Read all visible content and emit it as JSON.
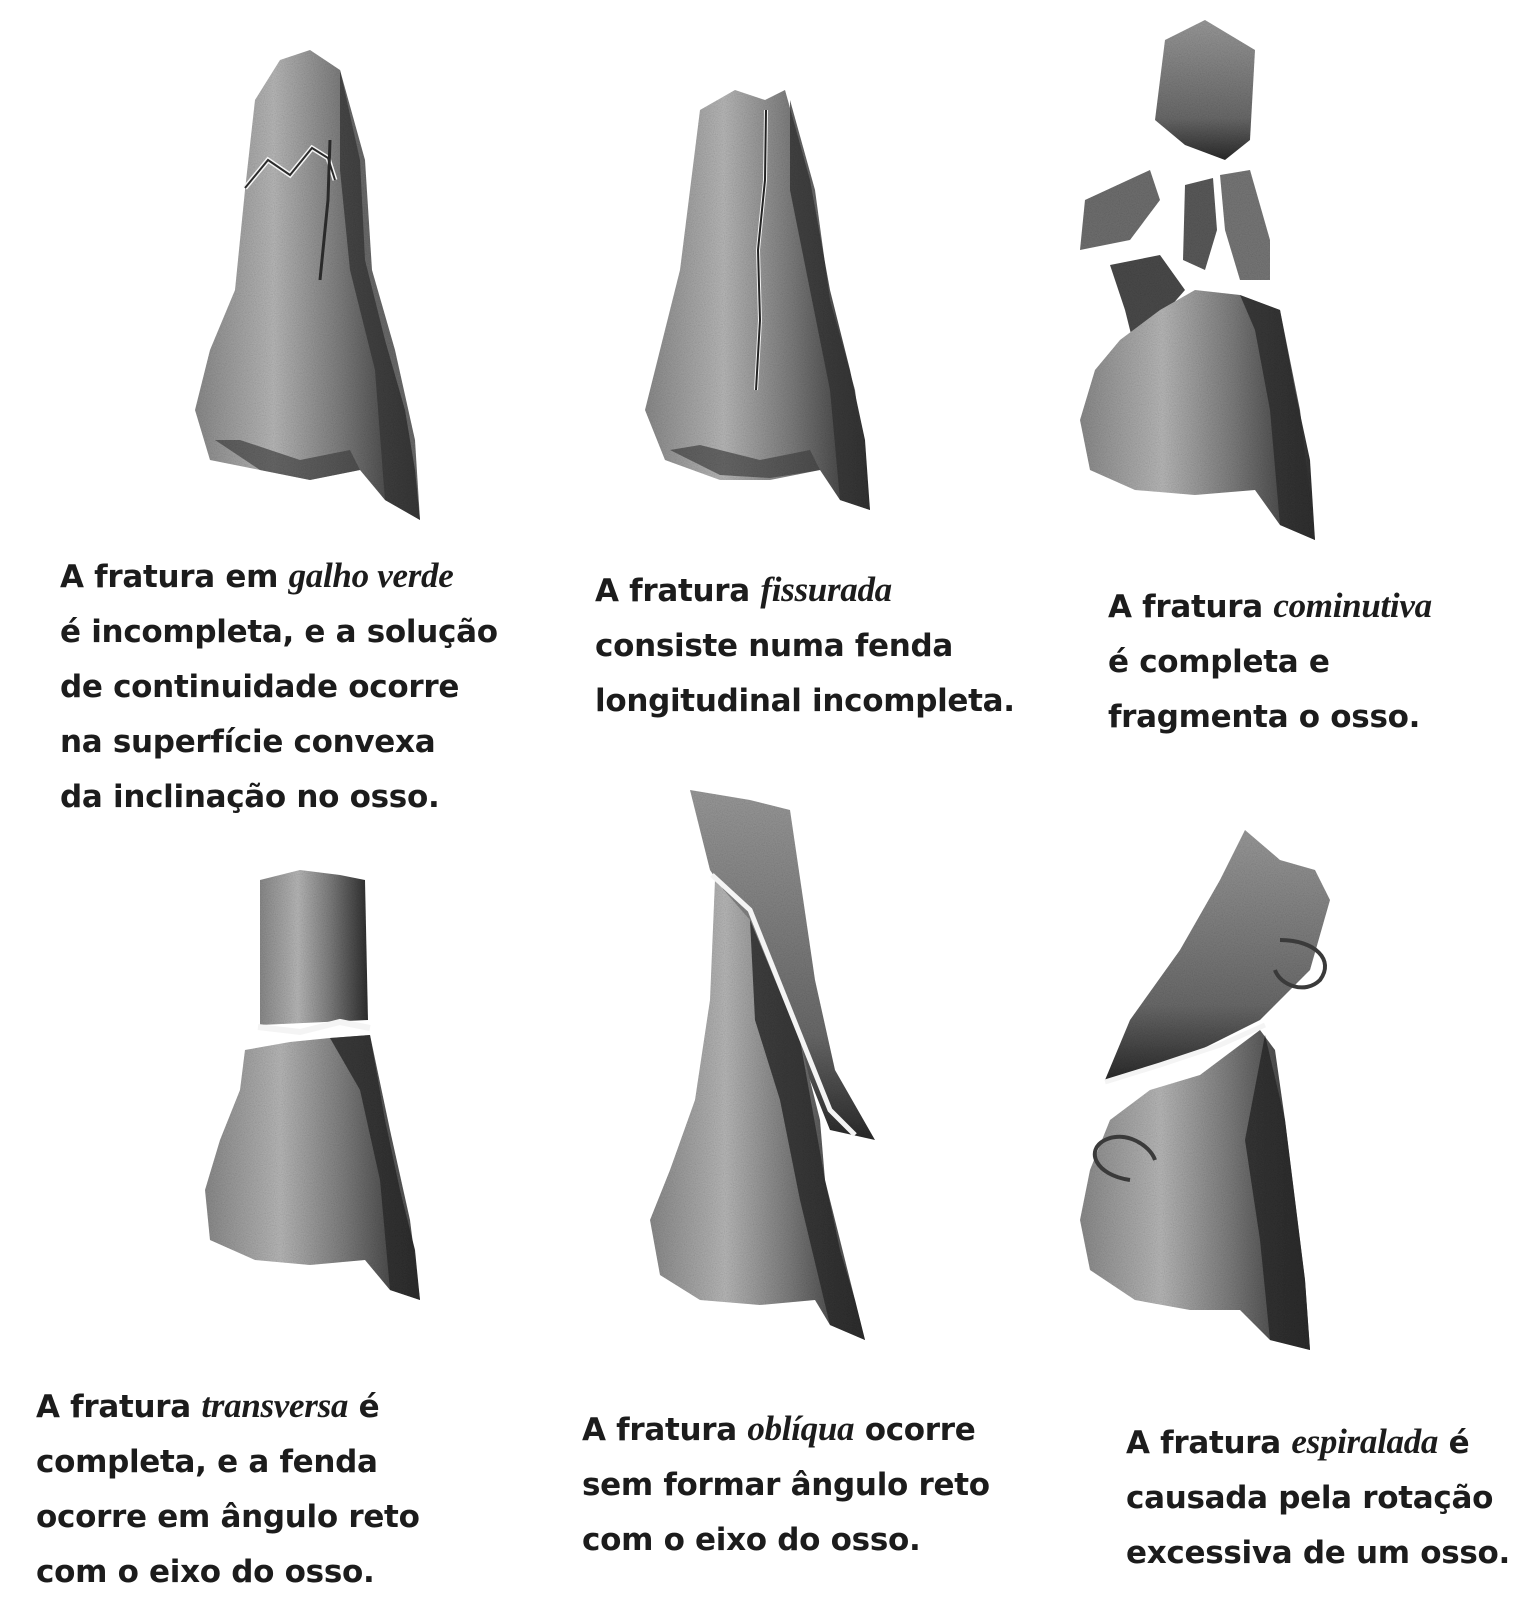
{
  "captions": {
    "galho_verde": {
      "l1_pre": "A fratura em ",
      "l1_em": "galho verde",
      "l2": "é incompleta, e a solução",
      "l3": "de continuidade ocorre",
      "l4": "na superfície convexa",
      "l5": "da inclinação no osso."
    },
    "fissurada": {
      "l1_pre": "A fratura ",
      "l1_em": "fissurada",
      "l2": "consiste numa fenda",
      "l3": "longitudinal incompleta."
    },
    "cominutiva": {
      "l1_pre": "A fratura ",
      "l1_em": "cominutiva",
      "l2": "é completa e",
      "l3": "fragmenta o osso."
    },
    "transversa": {
      "l1_pre": "A fratura ",
      "l1_em": "transversa",
      "l1_post": " é",
      "l2": "completa, e a fenda",
      "l3": "ocorre em ângulo reto",
      "l4": "com o eixo do osso."
    },
    "obliqua": {
      "l1_pre": "A fratura ",
      "l1_em": "oblíqua",
      "l1_post": " ocorre",
      "l2": "sem formar ângulo reto",
      "l3": "com o eixo do osso."
    },
    "espiralada": {
      "l1_pre": "A fratura ",
      "l1_em": "espiralada",
      "l1_post": " é",
      "l2": "causada pela rotação",
      "l3": "excessiva de um osso."
    }
  },
  "colors": {
    "bone_light": "#b5b5b5",
    "bone_mid": "#7a7a7a",
    "bone_dark": "#333333",
    "crack": "#f4f4f4",
    "text": "#1c1c1c"
  }
}
